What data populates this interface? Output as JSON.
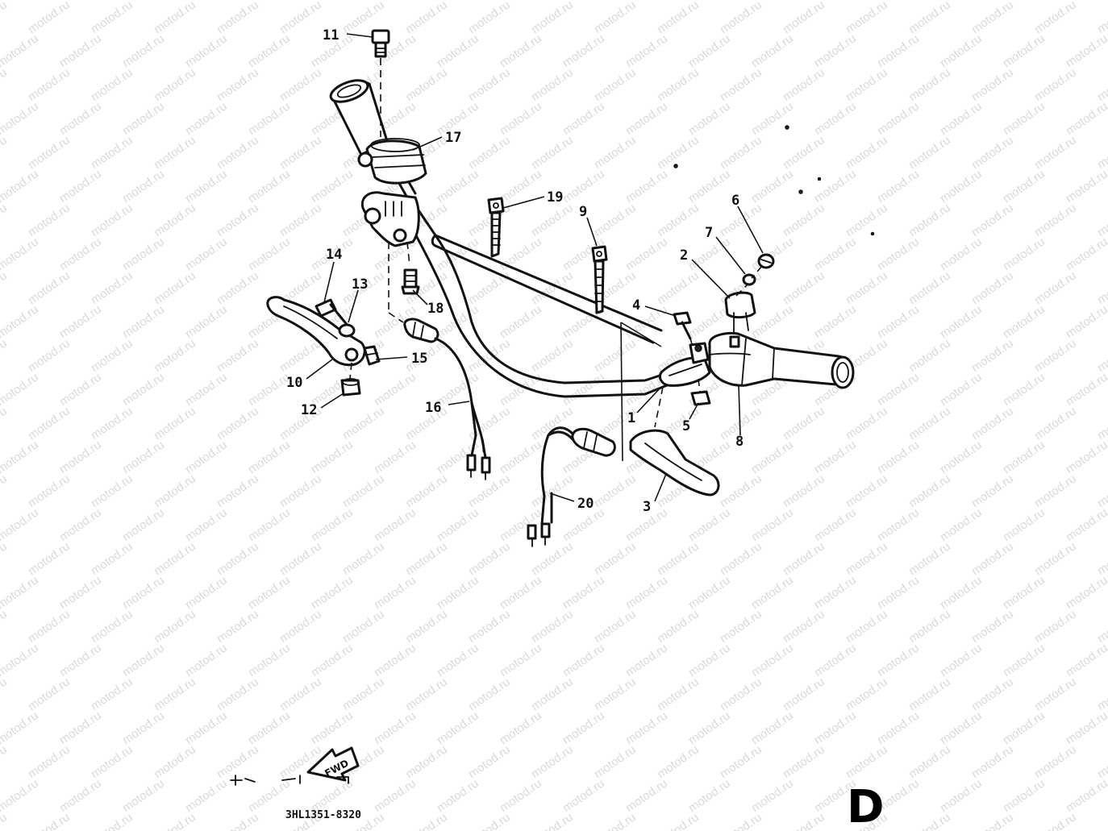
{
  "watermark": "motod.ru",
  "callouts": {
    "p1": "1",
    "p2": "2",
    "p3": "3",
    "p4": "4",
    "p5": "5",
    "p6": "6",
    "p7": "7",
    "p8": "8",
    "p9": "9",
    "p10": "10",
    "p11": "11",
    "p12": "12",
    "p13": "13",
    "p14": "14",
    "p15": "15",
    "p16": "16",
    "p17": "17",
    "p18": "18",
    "p19": "19",
    "p20": "20"
  },
  "fwd_label": "FWD",
  "drawing_code": "3HL1351-8320",
  "section_letter": "D"
}
